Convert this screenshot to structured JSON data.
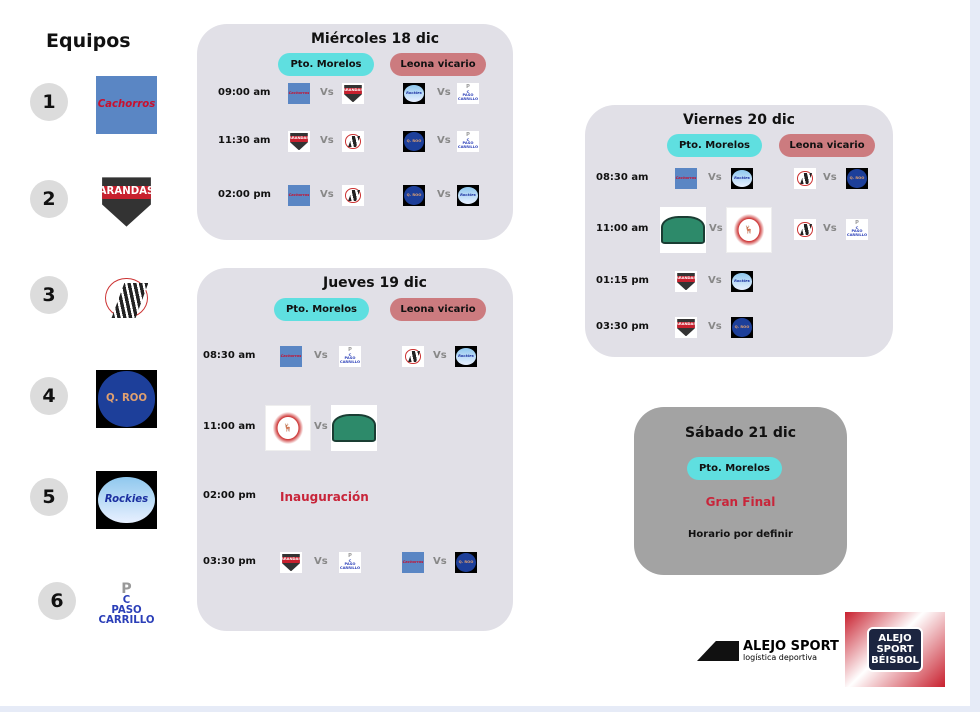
{
  "sidebar": {
    "title": "Equipos",
    "teams": [
      {
        "number": "1",
        "logo_text": "Cachorros"
      },
      {
        "number": "2",
        "logo_text": "UNIÓN ARANDAS BASEBALL"
      },
      {
        "number": "3",
        "logo_text": ""
      },
      {
        "number": "4",
        "logo_text": "LIGA DE PROSPECTOS Q. ROO"
      },
      {
        "number": "5",
        "logo_text": "Rockies"
      },
      {
        "number": "6",
        "logo_text": "PROSPECTOS PASO CARRILLO"
      }
    ]
  },
  "venues": {
    "pm": "Pto. Morelos",
    "lv": "Leona vicario"
  },
  "vs_label": "Vs",
  "days": [
    {
      "title": "Miércoles 18 dic",
      "games": [
        {
          "time": "09:00 am",
          "pm": [
            "1",
            "2"
          ],
          "lv": [
            "5",
            "6"
          ]
        },
        {
          "time": "11:30 am",
          "pm": [
            "2",
            "3"
          ],
          "lv": [
            "4",
            "6"
          ]
        },
        {
          "time": "02:00 pm",
          "pm": [
            "1",
            "3"
          ],
          "lv": [
            "4",
            "5"
          ]
        }
      ]
    },
    {
      "title": "Jueves 19 dic",
      "games": [
        {
          "time": "08:30 am",
          "pm": [
            "1",
            "6"
          ],
          "lv": [
            "3",
            "5"
          ]
        },
        {
          "time": "11:00 am",
          "pm": [
            "d",
            "g"
          ]
        },
        {
          "time": "02:00 pm",
          "event": "Inauguración"
        },
        {
          "time": "03:30 pm",
          "pm": [
            "2",
            "6"
          ],
          "lv": [
            "1",
            "4"
          ]
        }
      ]
    },
    {
      "title": "Viernes 20 dic",
      "games": [
        {
          "time": "08:30 am",
          "pm": [
            "1",
            "5"
          ],
          "lv": [
            "3",
            "4"
          ]
        },
        {
          "time": "11:00 am",
          "pm": [
            "g",
            "d"
          ],
          "lv": [
            "3",
            "6"
          ]
        },
        {
          "time": "01:15 pm",
          "pm": [
            "2",
            "5"
          ]
        },
        {
          "time": "03:30 pm",
          "pm": [
            "2",
            "4"
          ]
        }
      ]
    }
  ],
  "final": {
    "title": "Sábado 21 dic",
    "venue": "Pto. Morelos",
    "label": "Gran Final",
    "note": "Horario por definir"
  },
  "sponsors": {
    "brand": "ALEJO SPORT",
    "tagline": "logística deportiva",
    "badge": "ALEJO SPORT BÉISBOL"
  },
  "colors": {
    "pm": "#5fdfe0",
    "lv": "#cc7b7f",
    "accent": "#c8253a"
  }
}
